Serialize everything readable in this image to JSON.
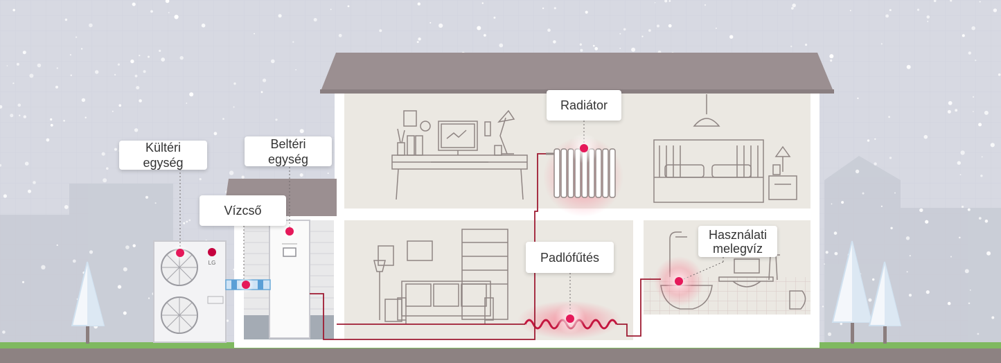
{
  "labels": {
    "outdoor_unit": "Kültéri egység",
    "indoor_unit": "Beltéri egység",
    "water_pipe": "Vízcső",
    "radiator": "Radiátor",
    "floor_heating": "Padlófűtés",
    "hot_water_line1": "Használati",
    "hot_water_line2": "melegvíz"
  },
  "unit_logo": "LG",
  "colors": {
    "sky": "#d7d9e2",
    "roof": "#9b8f91",
    "wall": "#ffffff",
    "room": "#ebe8e2",
    "pipe": "#9e1b32",
    "marker": "#e5195a",
    "grass": "#7fb960",
    "ground": "#8d8282"
  }
}
